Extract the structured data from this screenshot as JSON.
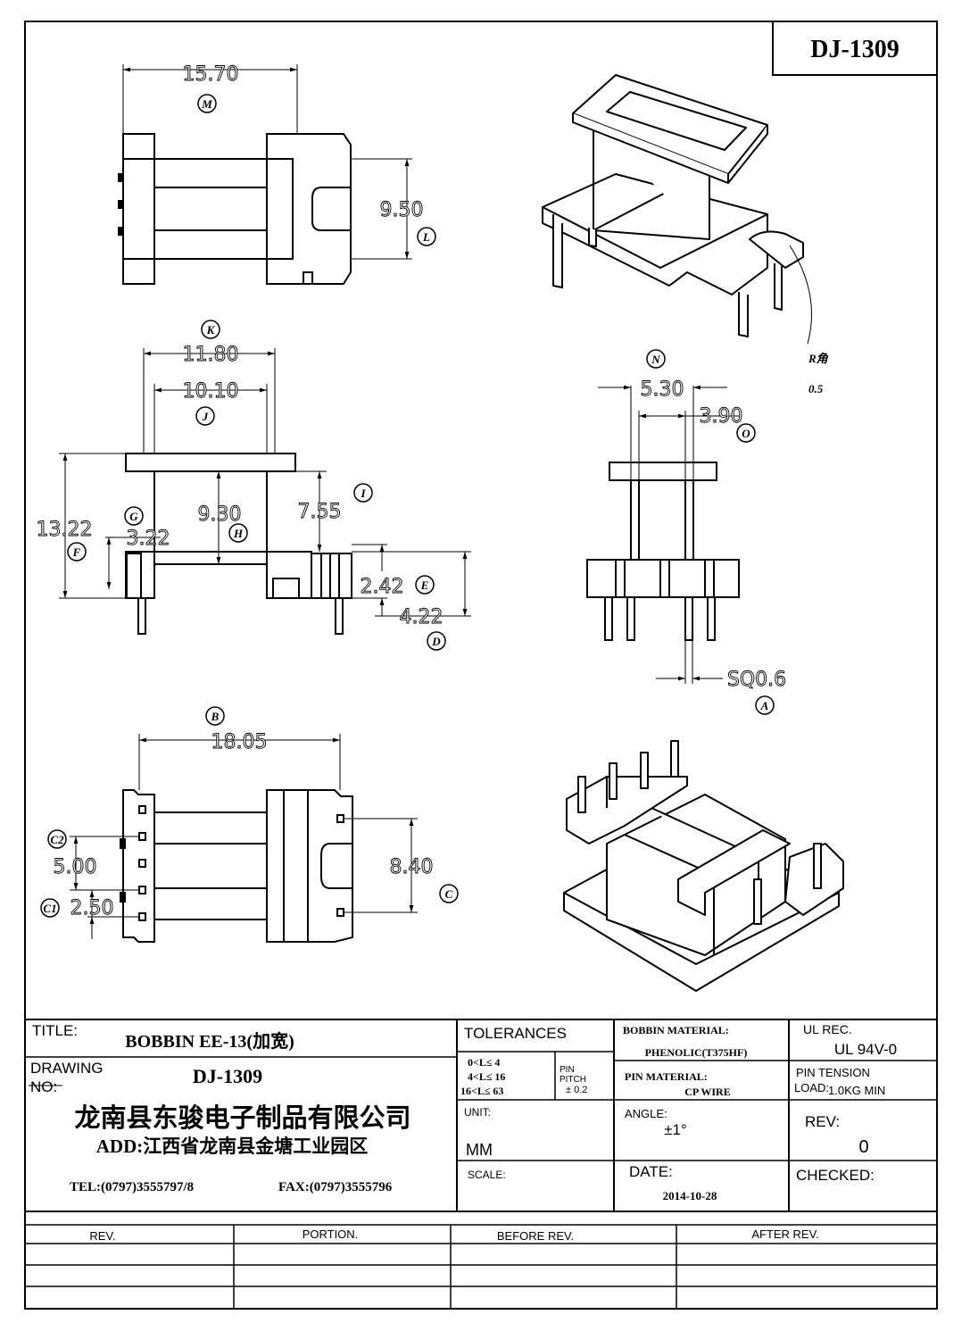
{
  "drawing_no_box": "DJ-1309",
  "dimensions": {
    "M": "15.70",
    "L": "9.50",
    "K": "11.80",
    "J": "10.10",
    "I": "7.55",
    "H": "9.30",
    "F": "13.22",
    "G": "3.22",
    "E": "2.42",
    "D": "4.22",
    "N": "5.30",
    "O": "3.90",
    "A": "SQ0.6",
    "B": "18.05",
    "C": "8.40",
    "C2": "5.00",
    "C1": "2.50"
  },
  "callout_letters": {
    "M": "M",
    "L": "L",
    "K": "K",
    "J": "J",
    "I": "I",
    "H": "H",
    "G": "G",
    "F": "F",
    "E": "E",
    "D": "D",
    "N": "N",
    "O": "O",
    "A": "A",
    "B": "B",
    "C": "C",
    "C2": "C2",
    "C1": "C1"
  },
  "radius_note": {
    "line1": "R角",
    "line2": "0.5"
  },
  "title_block": {
    "title_label": "TITLE:",
    "title_value": "BOBBIN EE-13(加宽)",
    "drawing_label_1": "DRAWING",
    "drawing_label_2": "NO:",
    "drawing_value": "DJ-1309",
    "company": "龙南县东骏电子制品有限公司",
    "address": "ADD:江西省龙南县金塘工业园区",
    "tel": "TEL:(0797)3555797/8",
    "fax": "FAX:(0797)3555796",
    "tolerances_label": "TOLERANCES",
    "tol_rows": [
      {
        "range": "0<L≤  4",
        "value": ""
      },
      {
        "range": "4<L≤  16",
        "value": ""
      },
      {
        "range": "16<L≤  63",
        "value": ""
      }
    ],
    "pin_pitch_label_1": "PIN",
    "pin_pitch_label_2": "PITCH",
    "pin_pitch_value": "± 0.2",
    "unit_label": "UNIT:",
    "unit_value": "MM",
    "scale_label": "SCALE:",
    "scale_value": "",
    "bobbin_material_label": "BOBBIN MATERIAL:",
    "bobbin_material_value": "PHENOLIC(T375HF)",
    "pin_material_label": "PIN MATERIAL:",
    "pin_material_value": "CP WIRE",
    "angle_label": "ANGLE:",
    "angle_value": "±1°",
    "date_label": "DATE:",
    "date_value": "2014-10-28",
    "ul_label": "UL REC.",
    "ul_value": "UL 94V-0",
    "pin_tension_label_1": "PIN TENSION",
    "pin_tension_label_2": "LOAD:",
    "pin_tension_value": "1.0KG MIN",
    "rev_label": "REV:",
    "rev_value": "0",
    "checked_label": "CHECKED:",
    "checked_value": ""
  },
  "revision_table": {
    "headers": [
      "REV.",
      "PORTION.",
      "BEFORE REV.",
      "AFTER REV."
    ],
    "rows": [
      [
        "",
        "",
        "",
        ""
      ],
      [
        "",
        "",
        "",
        ""
      ],
      [
        "",
        "",
        "",
        ""
      ]
    ]
  }
}
